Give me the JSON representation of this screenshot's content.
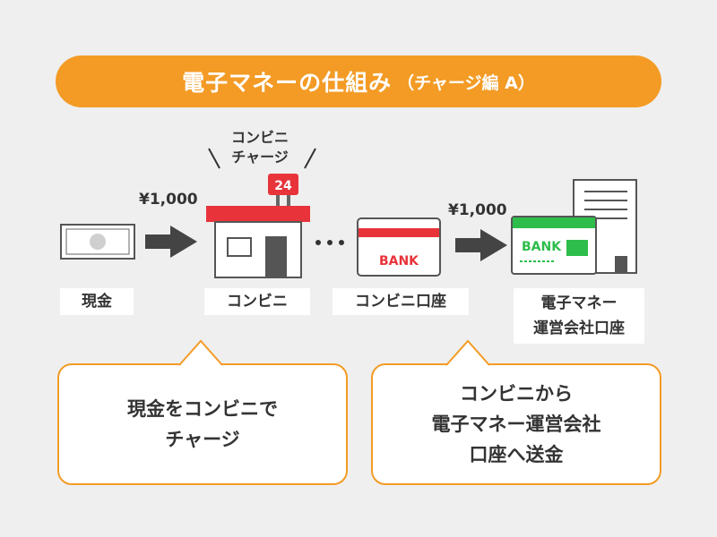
{
  "title": {
    "main": "電子マネーの仕組み",
    "sub": "（チャージ編 A）"
  },
  "annotation": {
    "line1": "コンビニ",
    "line2": "チャージ"
  },
  "amounts": {
    "first": "¥1,000",
    "second": "¥1,000"
  },
  "store_sign": "24",
  "cards": {
    "bank_card_text": "BANK",
    "bank_book_text": "BANK"
  },
  "labels": {
    "cash": "現金",
    "store": "コンビニ",
    "store_account": "コンビニ口座",
    "operator_line1": "電子マネー",
    "operator_line2": "運営会社口座"
  },
  "bubbles": {
    "left": [
      "現金をコンビニで",
      "チャージ"
    ],
    "right": [
      "コンビニから",
      "電子マネー運営会社",
      "口座へ送金"
    ]
  },
  "colors": {
    "accent": "#f39b25",
    "store_red": "#e8333a",
    "bank_green": "#2dbd4b",
    "dark": "#444444"
  }
}
